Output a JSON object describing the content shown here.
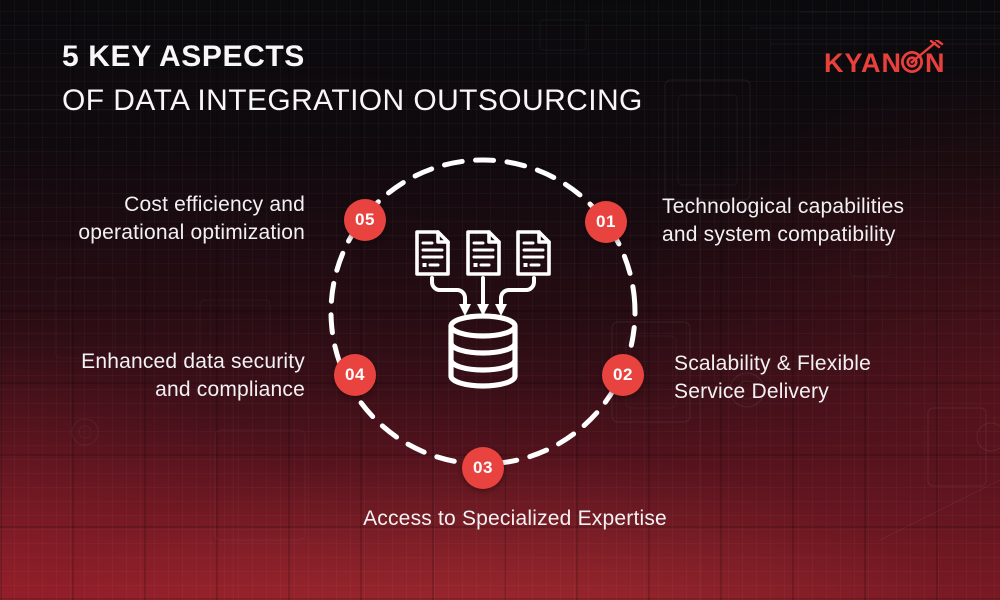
{
  "header": {
    "title_line1": "5 KEY ASPECTS",
    "title_line2": "OF DATA INTEGRATION OUTSOURCING"
  },
  "logo": {
    "brand_full": "KYANON",
    "brand_pre": "KYAN",
    "brand_post": "N",
    "icon": "dartboard-target-icon",
    "color": "#e8413c"
  },
  "diagram": {
    "center_icon": "documents-flowing-into-database-icon",
    "badge_color": "#e94340",
    "circle_style": "white-dashed",
    "items": [
      {
        "number": "01",
        "position": "top-right",
        "lines": [
          "Technological capabilities",
          "and system compatibility"
        ]
      },
      {
        "number": "02",
        "position": "bottom-right",
        "lines": [
          "Scalability & Flexible",
          "Service Delivery"
        ]
      },
      {
        "number": "03",
        "position": "bottom",
        "lines": [
          "Access to Specialized Expertise"
        ]
      },
      {
        "number": "04",
        "position": "bottom-left",
        "lines": [
          "Enhanced data security",
          "and compliance"
        ]
      },
      {
        "number": "05",
        "position": "top-left",
        "lines": [
          "Cost efficiency and",
          "operational optimization"
        ]
      }
    ]
  },
  "colors": {
    "accent_red": "#e8413c",
    "badge_red": "#e94340",
    "text": "#f2f1f3",
    "background_dark": "#0a0a0d",
    "background_red": "#7e1a24"
  }
}
